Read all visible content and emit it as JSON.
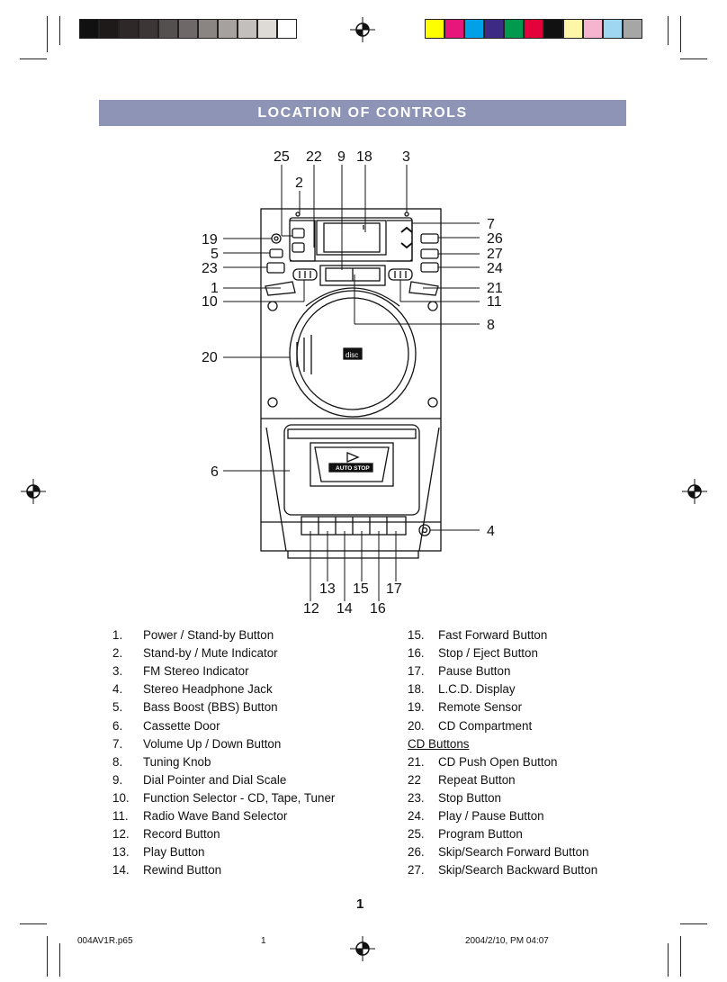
{
  "colorbar_left": [
    "#111111",
    "#1f1a1a",
    "#2e2828",
    "#3d3636",
    "#555050",
    "#6e6968",
    "#8a8583",
    "#a6a19e",
    "#c3bfbc",
    "#dedad6",
    "#ffffff"
  ],
  "colorbar_right": [
    "#ffff00",
    "#e8157a",
    "#00a1e6",
    "#3d2a85",
    "#009a4e",
    "#e4003a",
    "#111111",
    "#fff7a8",
    "#f7b4cf",
    "#9fd6f2",
    "#a6a6a6"
  ],
  "banner": "LOCATION OF CONTROLS",
  "callouts": [
    "25",
    "22",
    "9",
    "18",
    "3",
    "2",
    "7",
    "26",
    "27",
    "24",
    "21",
    "11",
    "8",
    "19",
    "5",
    "23",
    "1",
    "10",
    "20",
    "6",
    "4",
    "12",
    "13",
    "14",
    "15",
    "16",
    "17"
  ],
  "device_text": {
    "disc": "disc",
    "auto_stop": "AUTO STOP"
  },
  "controls_left": [
    {
      "num": "1.",
      "label": "Power / Stand-by Button"
    },
    {
      "num": "2.",
      "label": "Stand-by / Mute Indicator"
    },
    {
      "num": "3.",
      "label": "FM Stereo Indicator"
    },
    {
      "num": "4.",
      "label": "Stereo Headphone Jack"
    },
    {
      "num": "5.",
      "label": "Bass Boost (BBS) Button"
    },
    {
      "num": "6.",
      "label": "Cassette Door"
    },
    {
      "num": "7.",
      "label": "Volume Up / Down Button"
    },
    {
      "num": "8.",
      "label": "Tuning Knob"
    },
    {
      "num": "9.",
      "label": "Dial Pointer and Dial Scale"
    },
    {
      "num": "10.",
      "label": "Function Selector - CD, Tape, Tuner"
    },
    {
      "num": "11.",
      "label": "Radio Wave Band Selector"
    },
    {
      "num": "12.",
      "label": "Record Button"
    },
    {
      "num": "13.",
      "label": "Play Button"
    },
    {
      "num": "14.",
      "label": "Rewind Button"
    }
  ],
  "controls_right_a": [
    {
      "num": "15.",
      "label": "Fast Forward Button"
    },
    {
      "num": "16.",
      "label": "Stop / Eject Button"
    },
    {
      "num": "17.",
      "label": "Pause Button"
    },
    {
      "num": "18.",
      "label": "L.C.D. Display"
    },
    {
      "num": "19.",
      "label": "Remote Sensor"
    },
    {
      "num": "20.",
      "label": "CD Compartment"
    }
  ],
  "cd_buttons_heading": "CD Buttons",
  "controls_right_b": [
    {
      "num": "21.",
      "label": "CD Push Open Button"
    },
    {
      "num": "22",
      "label": "Repeat Button"
    },
    {
      "num": "23.",
      "label": "Stop Button"
    },
    {
      "num": "24.",
      "label": "Play / Pause Button"
    },
    {
      "num": "25.",
      "label": "Program Button"
    },
    {
      "num": "26.",
      "label": "Skip/Search Forward Button"
    },
    {
      "num": "27.",
      "label": "Skip/Search Backward Button"
    }
  ],
  "page_number": "1",
  "footer": {
    "file": "004AV1R.p65",
    "page": "1",
    "date": "2004/2/10, PM 04:07"
  }
}
